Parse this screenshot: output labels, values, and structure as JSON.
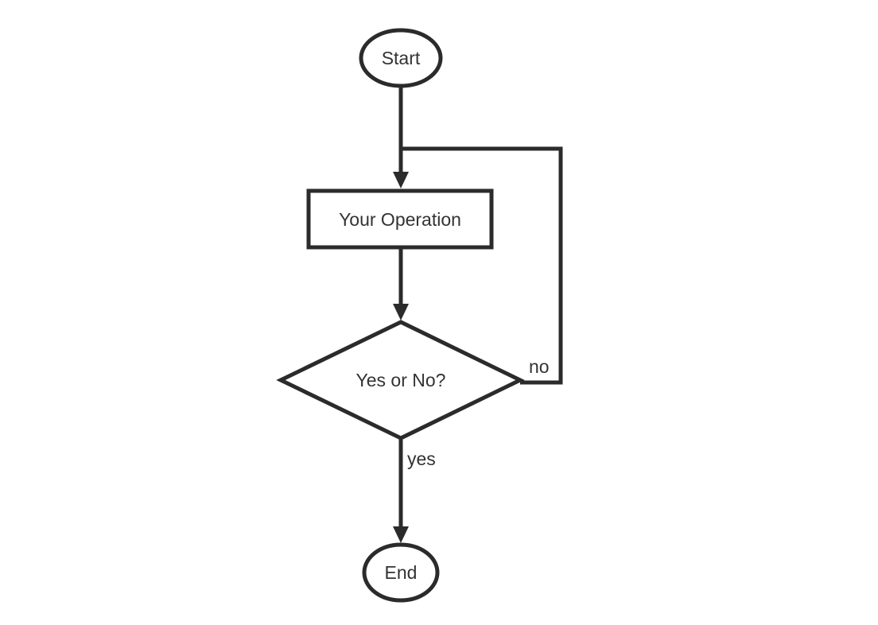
{
  "diagram": {
    "type": "flowchart",
    "colors": {
      "stroke": "#2b2b2b",
      "text": "#333333",
      "background": "#ffffff"
    },
    "nodes": {
      "start": {
        "label": "Start",
        "shape": "ellipse"
      },
      "operation": {
        "label": "Your Operation",
        "shape": "rectangle"
      },
      "decision": {
        "label": "Yes or No?",
        "shape": "diamond"
      },
      "end": {
        "label": "End",
        "shape": "ellipse"
      }
    },
    "connections": [
      {
        "from": "start",
        "to": "operation",
        "label": ""
      },
      {
        "from": "operation",
        "to": "decision",
        "label": ""
      },
      {
        "from": "decision",
        "to": "end",
        "label": "yes"
      },
      {
        "from": "decision",
        "to": "operation",
        "label": "no"
      }
    ]
  }
}
